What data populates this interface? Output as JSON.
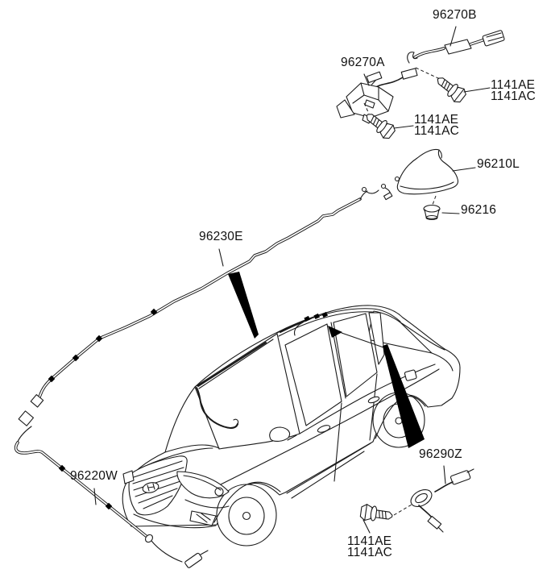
{
  "diagram_type": "vehicle-antenna-parts-diagram",
  "colors": {
    "background": "#ffffff",
    "line": "#1a1a1a",
    "wedge": "#000000",
    "text": "#111111"
  },
  "labels": {
    "part_96270B": "96270B",
    "part_96270A": "96270A",
    "part_96210L": "96210L",
    "part_96216": "96216",
    "part_96230E": "96230E",
    "part_96220W": "96220W",
    "part_96290Z": "96290Z",
    "bolt_top_line1": "1141AE",
    "bolt_top_line2": "1141AC",
    "bolt_mid_line1": "1141AE",
    "bolt_mid_line2": "1141AC",
    "bolt_bottom_line1": "1141AE",
    "bolt_bottom_line2": "1141AC"
  }
}
